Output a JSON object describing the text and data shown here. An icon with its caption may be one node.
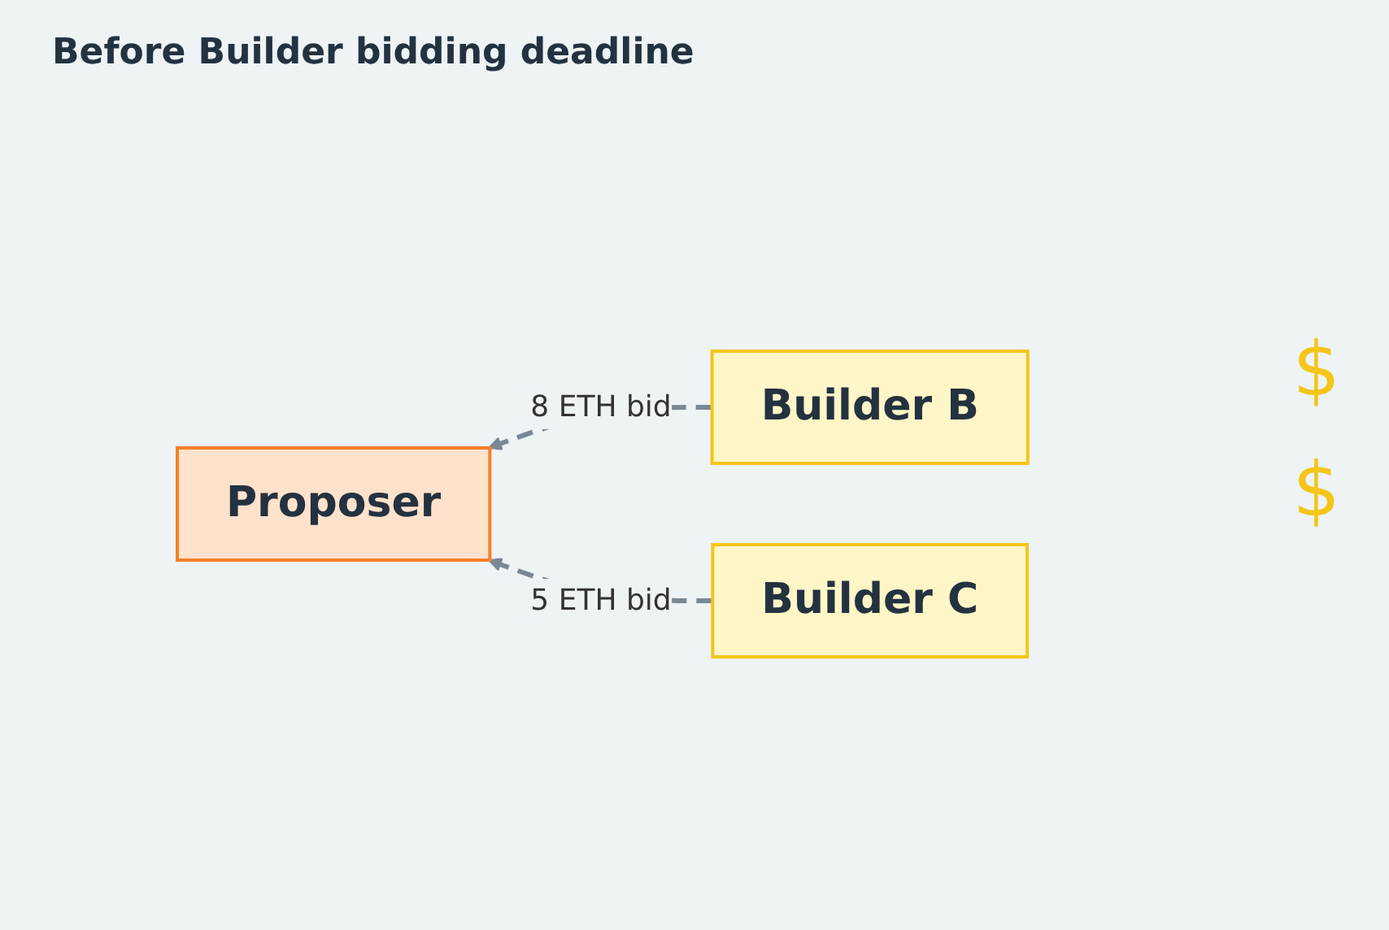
{
  "diagram": {
    "title": "Before Builder bidding deadline",
    "nodes": [
      {
        "text": [
          "Proposer"
        ]
      },
      {
        "text": [
          "Builder B"
        ]
      },
      {
        "text": [
          "Builder C"
        ]
      }
    ],
    "edges": [
      {
        "from": 1,
        "to": 0,
        "arrow": "to",
        "style": "dashed",
        "label": "8 ETH bid"
      },
      {
        "from": 2,
        "to": 0,
        "arrow": "to",
        "style": "dashed",
        "label": "5 ETH bid"
      }
    ],
    "labels": [
      "$",
      "$"
    ]
  }
}
